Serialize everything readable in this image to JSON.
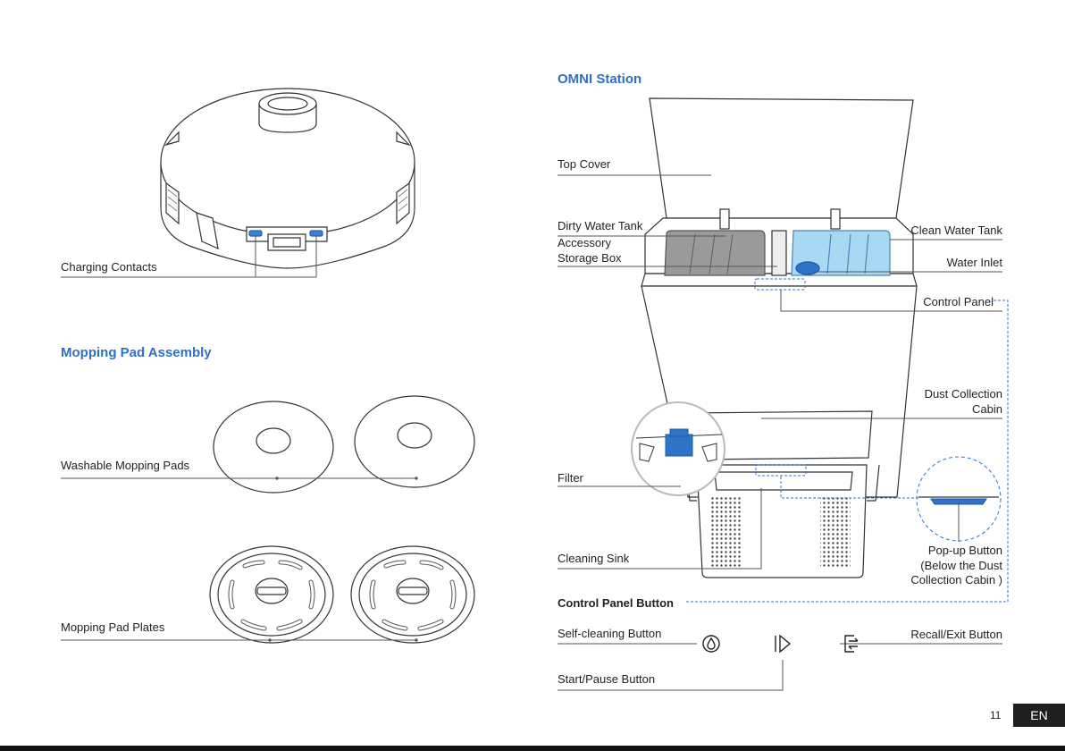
{
  "left": {
    "robot": {
      "charging_label": "Charging Contacts"
    },
    "mopping": {
      "title": "Mopping Pad Assembly",
      "pads_label": "Washable Mopping Pads",
      "plates_label": "Mopping Pad Plates"
    }
  },
  "right": {
    "title": "OMNI Station",
    "labels": {
      "top_cover": "Top Cover",
      "dirty_tank": "Dirty Water Tank",
      "accessory_1": "Accessory",
      "accessory_2": "Storage Box",
      "clean_tank": "Clean Water Tank",
      "water_inlet": "Water Inlet",
      "control_panel": "Control Panel",
      "dust_1": "Dust Collection",
      "dust_2": "Cabin",
      "filter": "Filter",
      "popup_1": "Pop-up Button",
      "popup_2": "(Below the Dust",
      "popup_3": "Collection Cabin )",
      "sink": "Cleaning Sink"
    },
    "buttons": {
      "heading": "Control Panel Button",
      "self_clean": "Self-cleaning Button",
      "recall": "Recall/Exit Button",
      "start": "Start/Pause Button"
    }
  },
  "footer": {
    "page": "11",
    "lang": "EN"
  },
  "colors": {
    "accent": "#2f6fc7",
    "clean_tank": "#a9d8f2",
    "dirty_tank": "#9a9a9a"
  }
}
